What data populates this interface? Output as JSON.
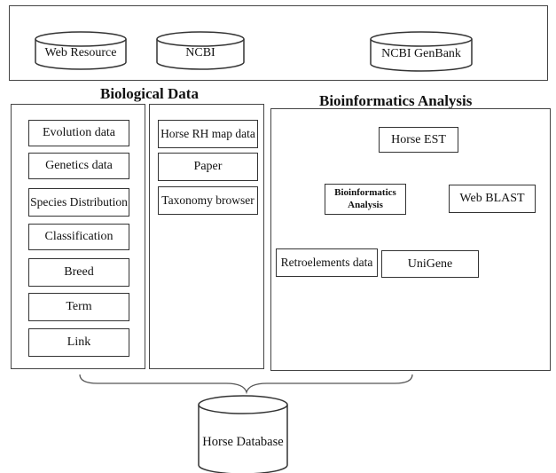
{
  "sources": [
    {
      "label": "Web Resource"
    },
    {
      "label": "NCBI"
    },
    {
      "label": "NCBI GenBank"
    }
  ],
  "biological_data": {
    "heading": "Biological Data",
    "left_items": [
      {
        "label": "Evolution data"
      },
      {
        "label": "Genetics data"
      },
      {
        "label": "Species Distribution"
      },
      {
        "label": "Classification"
      },
      {
        "label": "Breed"
      },
      {
        "label": "Term"
      },
      {
        "label": "Link"
      }
    ],
    "right_items": [
      {
        "label": "Horse RH map data"
      },
      {
        "label": "Paper"
      },
      {
        "label": "Taxonomy browser"
      }
    ]
  },
  "bioinformatics": {
    "heading": "Bioinformatics Analysis",
    "root": "Horse EST",
    "analysis": "Bioinformatics Analysis",
    "web_blast": "Web BLAST",
    "retroelements": "Retroelements data",
    "unigene": "UniGene"
  },
  "database": {
    "label": "Horse Database"
  }
}
